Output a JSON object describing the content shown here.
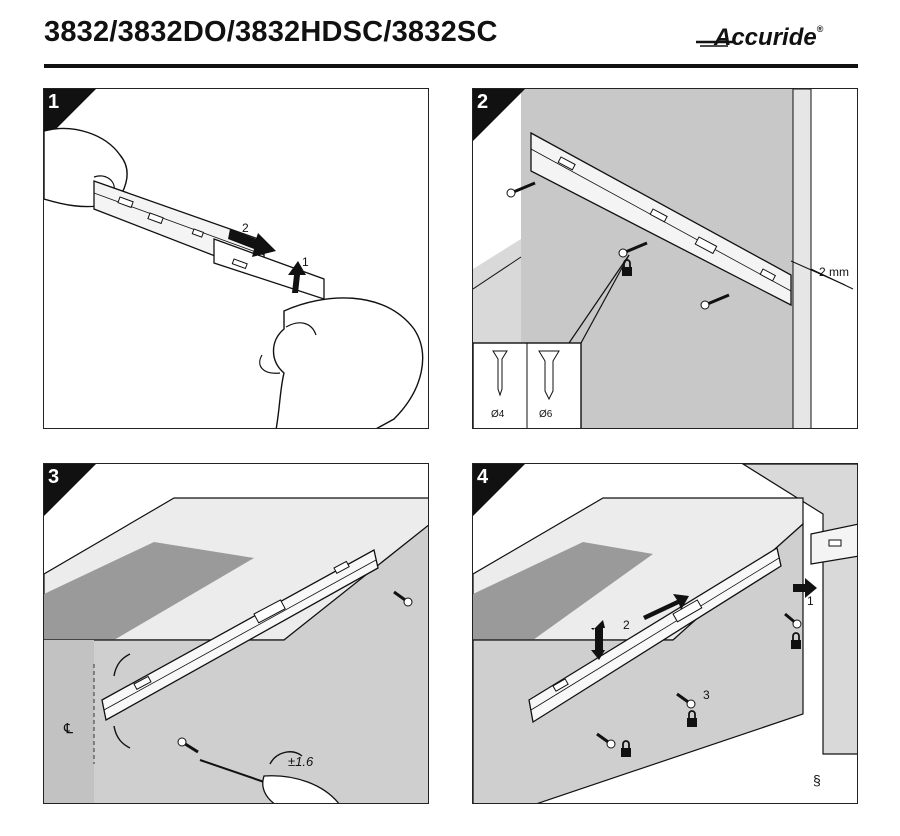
{
  "header": {
    "title": "3832/3832DO/3832HDSC/3832SC",
    "brand": "Accuride",
    "brand_mark": "®"
  },
  "steps": [
    {
      "number": "1",
      "labels": {
        "move_a": "2",
        "move_b": "1"
      }
    },
    {
      "number": "2",
      "labels": {
        "gap": "2 mm",
        "screw_a": "Ø4",
        "screw_b": "Ø6"
      }
    },
    {
      "number": "3",
      "labels": {
        "tolerance": "±1.6",
        "centerline": "℄"
      }
    },
    {
      "number": "4",
      "labels": {
        "move_a": "2",
        "move_b": "1",
        "move_c": "3",
        "section": "§"
      }
    }
  ],
  "colors": {
    "ink": "#111111",
    "wall_grey": "#c8c8c8",
    "floor_grey": "#9a9a9a",
    "panel_grey": "#d9d9d9"
  }
}
